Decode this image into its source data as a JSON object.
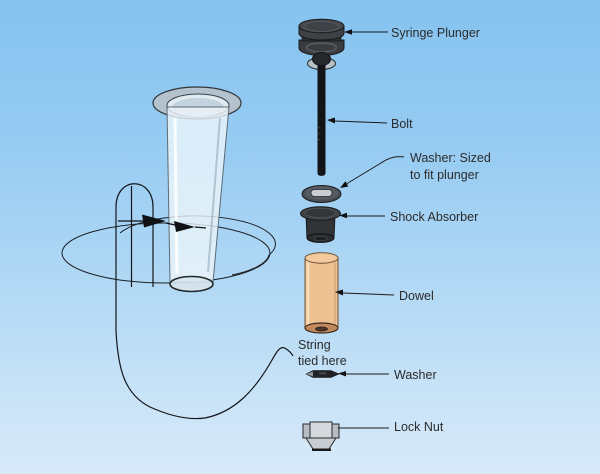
{
  "diagram": {
    "description": "Exploded assembly diagram of syringe plunger contraption",
    "background": {
      "gradient_top": "#85c3f0",
      "gradient_bottom": "#d8eaf9"
    },
    "line_color": "#1b1b1b",
    "text_color": "#2b2b2b",
    "parts": [
      {
        "name": "syringe-plunger",
        "label": "Syringe Plunger",
        "color": "#3a3c40"
      },
      {
        "name": "bolt",
        "label": "Bolt",
        "color": "#131417"
      },
      {
        "name": "washer-plunger",
        "label_line1": "Washer: Sized",
        "label_line2": "to fit plunger",
        "color": "#4a4e54"
      },
      {
        "name": "shock-absorber",
        "label": "Shock Absorber",
        "color": "#313337"
      },
      {
        "name": "dowel",
        "label": "Dowel",
        "color": "#eec193"
      },
      {
        "name": "string",
        "label_line1": "String",
        "label_line2": "tied here",
        "color": "#14161c"
      },
      {
        "name": "washer",
        "label": "Washer",
        "color": "#202225"
      },
      {
        "name": "lock-nut",
        "label": "Lock Nut",
        "color": "#d5d9dd"
      }
    ],
    "cylinder": {
      "name": "syringe-barrel",
      "fill": "#e9f3f9",
      "flange_color": "#b4c2ce"
    }
  }
}
